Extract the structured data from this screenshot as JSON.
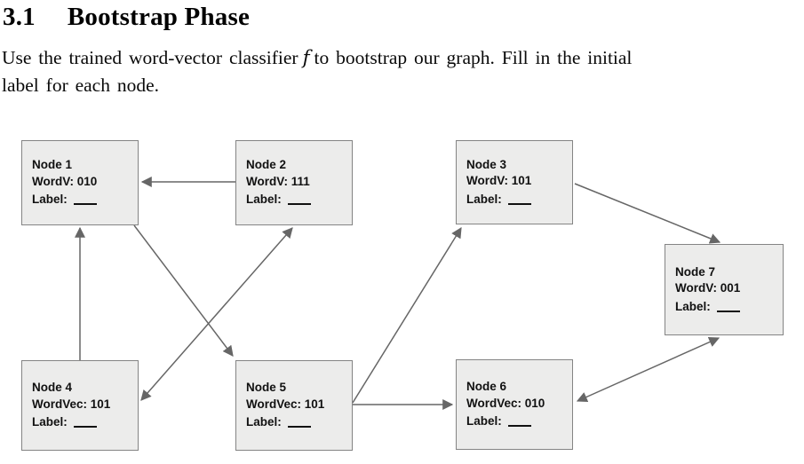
{
  "heading": {
    "number": "3.1",
    "title": "Bootstrap Phase"
  },
  "intro": {
    "line1_pre": "Use the trained word-vector classifier",
    "f_symbol": "f",
    "line1_post": "to bootstrap our graph. Fill in the initial",
    "line2": "label for each node."
  },
  "diagram": {
    "nodes": [
      {
        "id": "n1",
        "title": "Node 1",
        "vector": "WordV: 010",
        "label": "Label:",
        "blank": "___"
      },
      {
        "id": "n2",
        "title": "Node 2",
        "vector": "WordV: 111",
        "label": "Label:",
        "blank": "___"
      },
      {
        "id": "n3",
        "title": "Node 3",
        "vector": "WordV: 101",
        "label": "Label:",
        "blank": "___"
      },
      {
        "id": "n4",
        "title": "Node 4",
        "vector": "WordVec: 101",
        "label": "Label:",
        "blank": "___"
      },
      {
        "id": "n5",
        "title": "Node 5",
        "vector": "WordVec: 101",
        "label": "Label:",
        "blank": "___"
      },
      {
        "id": "n6",
        "title": "Node 6",
        "vector": "WordVec: 010",
        "label": "Label:",
        "blank": "___"
      },
      {
        "id": "n7",
        "title": "Node 7",
        "vector": "WordV: 001",
        "label": "Label:",
        "blank": "___"
      }
    ],
    "edges": [
      {
        "from": "n2",
        "to": "n1",
        "bidirectional": false
      },
      {
        "from": "n4",
        "to": "n1",
        "bidirectional": false
      },
      {
        "from": "n1",
        "to": "n5",
        "bidirectional": false
      },
      {
        "from": "n2",
        "to": "n4",
        "bidirectional": true
      },
      {
        "from": "n5",
        "to": "n3",
        "bidirectional": false
      },
      {
        "from": "n5",
        "to": "n6",
        "bidirectional": false
      },
      {
        "from": "n3",
        "to": "n7",
        "bidirectional": false
      },
      {
        "from": "n6",
        "to": "n7",
        "bidirectional": true
      }
    ]
  },
  "colors": {
    "background": "#ffffff",
    "node_fill": "#ececeb",
    "node_border": "#848484",
    "edge": "#666666",
    "text": "#000000"
  }
}
